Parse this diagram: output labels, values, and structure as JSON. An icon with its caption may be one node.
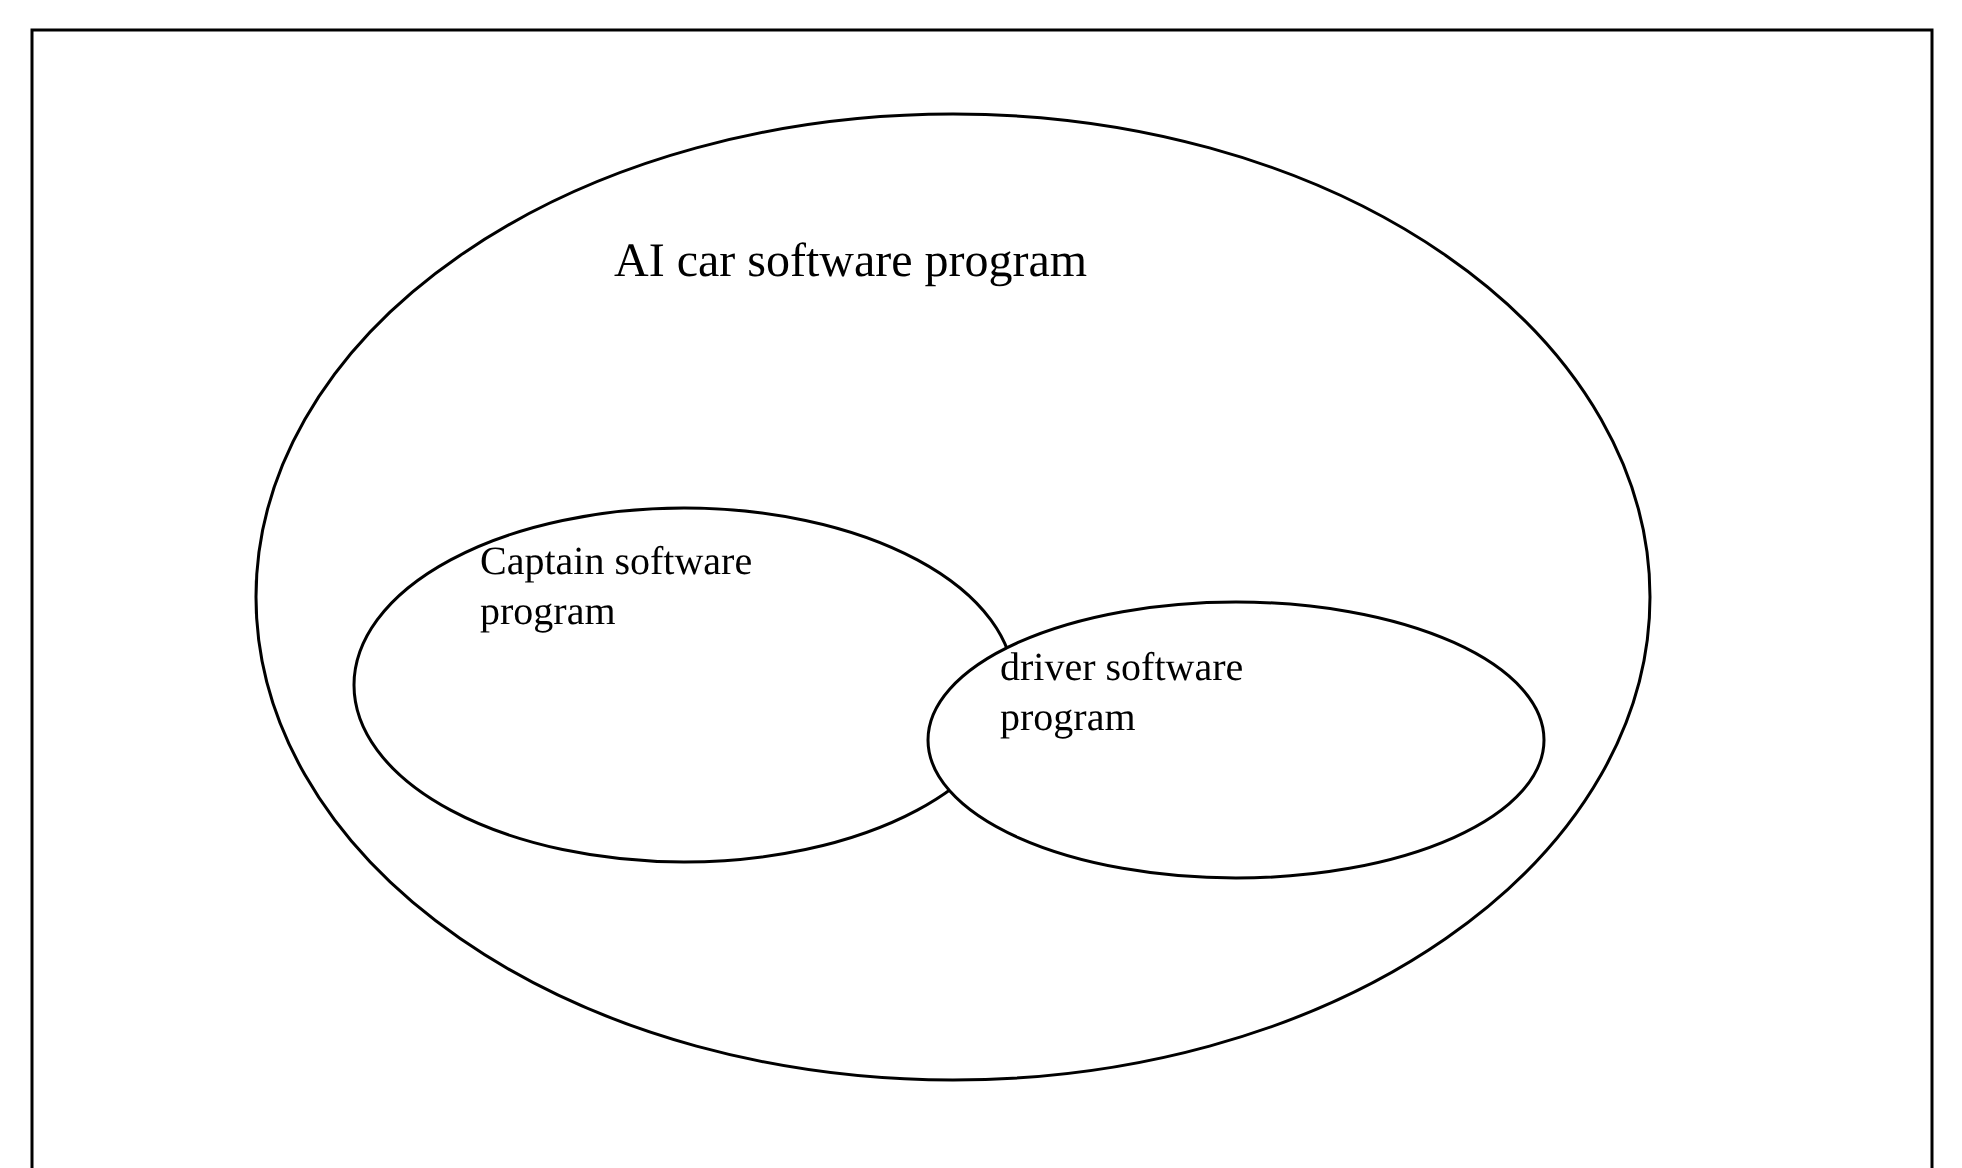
{
  "diagram": {
    "nodes": [
      {
        "text": [
          "AI car software program"
        ]
      },
      {
        "text": [
          "Captain software program"
        ],
        "in": 0
      },
      {
        "text": [
          "driver software program"
        ],
        "in": 0
      }
    ]
  }
}
